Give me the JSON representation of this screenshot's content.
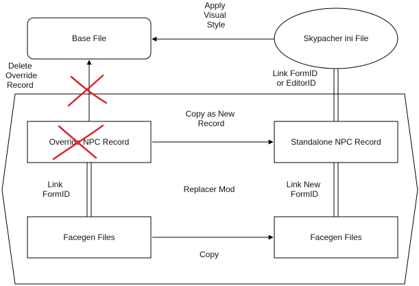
{
  "nodes": {
    "base_file": "Base File",
    "skypatcher_ini": "Skypacher ini File",
    "override_record": "Override NPC Record",
    "standalone_record": "Standalone NPC Record",
    "facegen_left": "Facegen Files",
    "facegen_right": "Facegen Files",
    "container": "Replacer Mod"
  },
  "labels": {
    "apply_style": [
      "Apply",
      "Visual",
      "Style"
    ],
    "delete_override": [
      "Delete",
      "Override",
      "Record"
    ],
    "link_formid_editorid": [
      "Link FormID",
      "or EditorID"
    ],
    "copy_as_new": [
      "Copy as New",
      "Record"
    ],
    "link_formid": [
      "Link",
      "FormID"
    ],
    "link_new_formid": [
      "Link New",
      "FormID"
    ],
    "copy": "Copy"
  },
  "colors": {
    "stroke": "#000000",
    "cross": "#d9262b",
    "text": "#111111"
  }
}
